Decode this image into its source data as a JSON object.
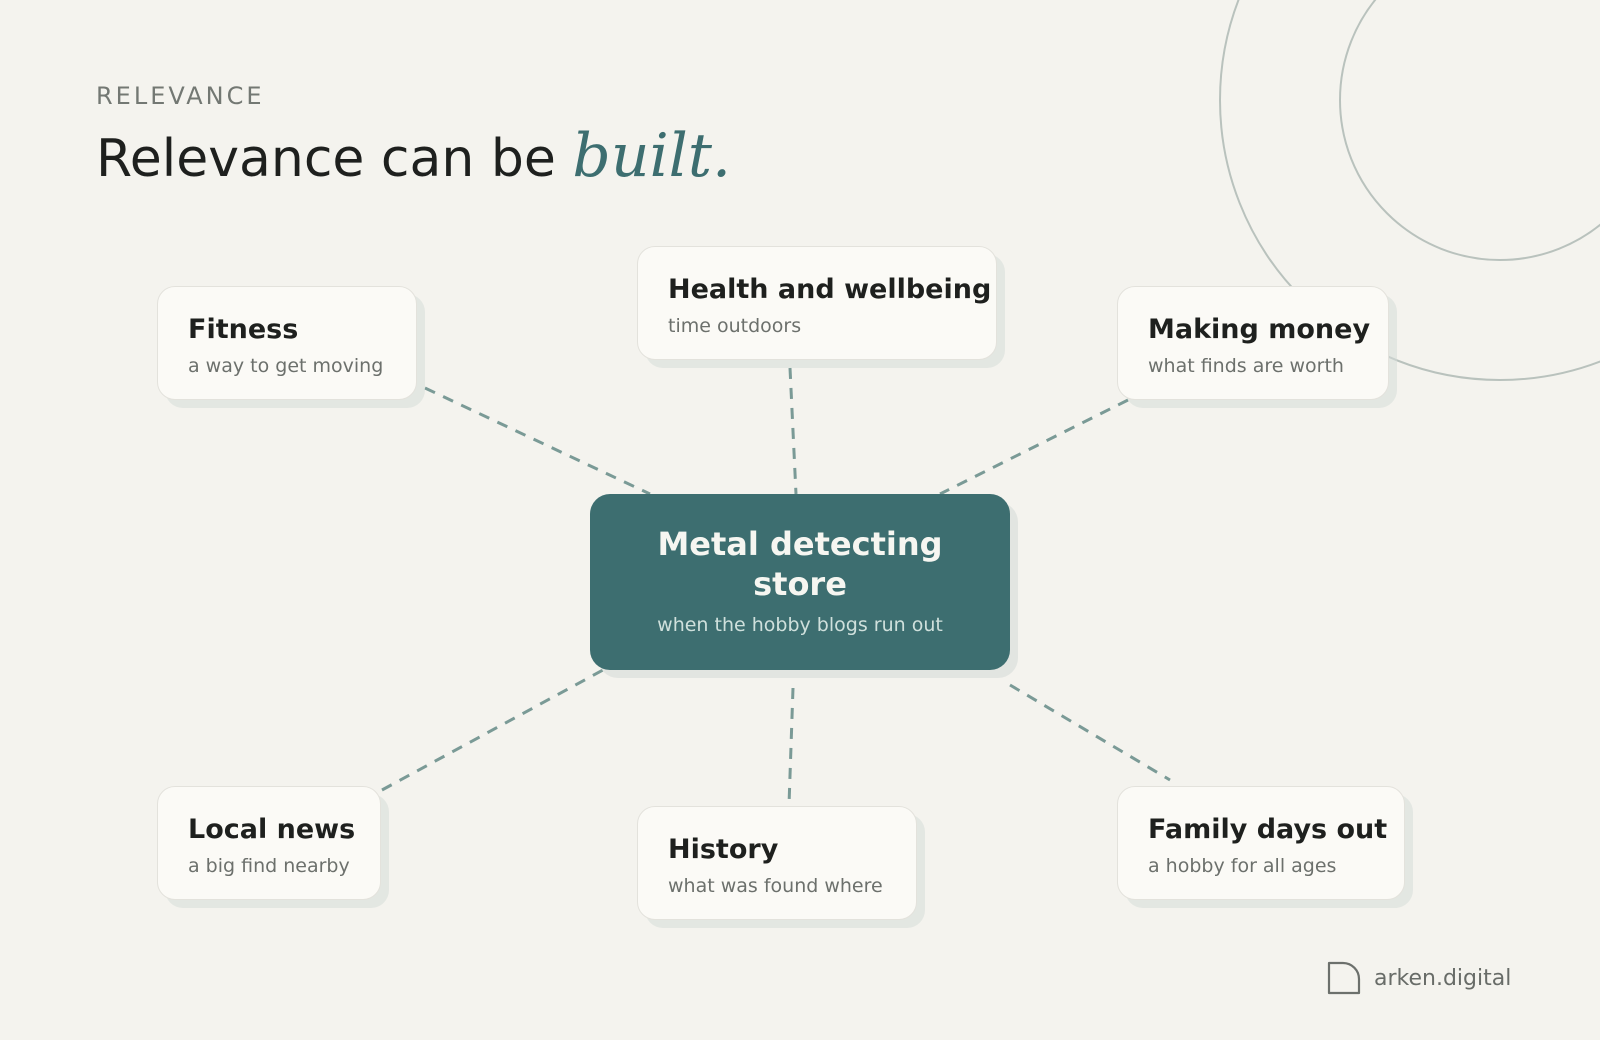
{
  "header": {
    "eyebrow": "RELEVANCE",
    "headline_prefix": "Relevance can be ",
    "headline_accent": "built."
  },
  "center": {
    "title": "Metal detecting store",
    "subtitle": "when the hobby blogs run out"
  },
  "nodes": [
    {
      "title": "Fitness",
      "subtitle": "a way to get moving"
    },
    {
      "title": "Health and wellbeing",
      "subtitle": "time outdoors"
    },
    {
      "title": "Making money",
      "subtitle": "what finds are worth"
    },
    {
      "title": "Local news",
      "subtitle": "a big find nearby"
    },
    {
      "title": "History",
      "subtitle": "what was found where"
    },
    {
      "title": "Family days out",
      "subtitle": "a hobby for all ages"
    }
  ],
  "brand": {
    "name": "arken.digital",
    "icon": "arken-logo-icon"
  },
  "colors": {
    "background": "#f4f3ee",
    "accent": "#3d6e70",
    "connector": "#7a9a96",
    "card": "#fbfaf6"
  }
}
